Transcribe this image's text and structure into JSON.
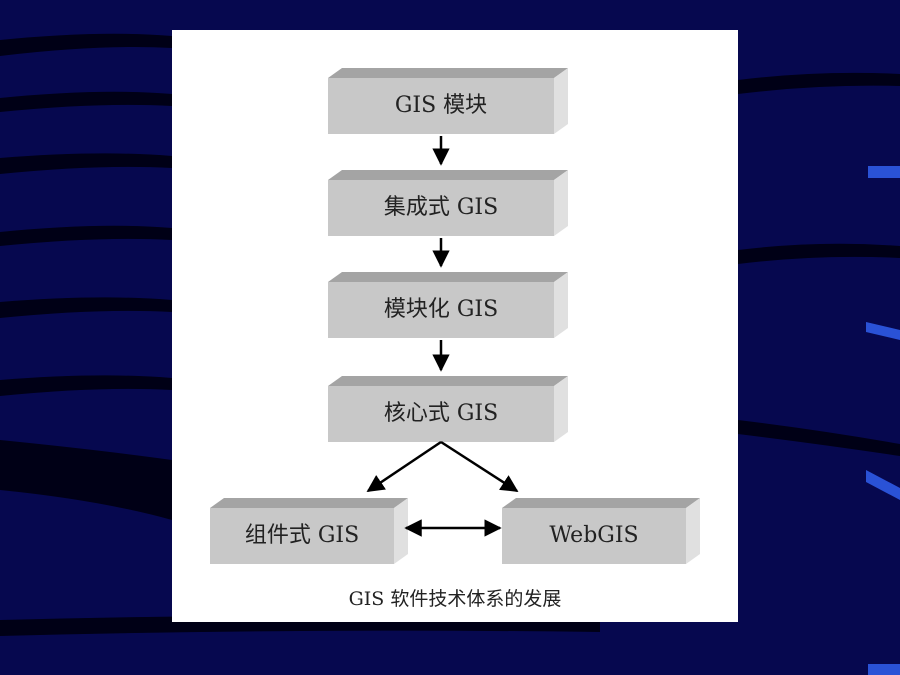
{
  "colors": {
    "background": "#06084f",
    "stripe": "#000016",
    "accent": "#2a52d6",
    "panel": "#ffffff",
    "box_front": "#c8c8c8",
    "box_top": "#a4a4a4",
    "box_side": "#e0e0e0",
    "arrow": "#000000"
  },
  "diagram": {
    "nodes": [
      {
        "id": "gis-module",
        "label": "GIS 模块"
      },
      {
        "id": "integrated-gis",
        "label": "集成式 GIS"
      },
      {
        "id": "modular-gis",
        "label": "模块化 GIS"
      },
      {
        "id": "core-gis",
        "label": "核心式 GIS"
      },
      {
        "id": "component-gis",
        "label": "组件式 GIS"
      },
      {
        "id": "web-gis",
        "label": "WebGIS"
      }
    ],
    "edges": [
      {
        "from": "gis-module",
        "to": "integrated-gis",
        "type": "directed"
      },
      {
        "from": "integrated-gis",
        "to": "modular-gis",
        "type": "directed"
      },
      {
        "from": "modular-gis",
        "to": "core-gis",
        "type": "directed"
      },
      {
        "from": "core-gis",
        "to": "component-gis",
        "type": "directed"
      },
      {
        "from": "core-gis",
        "to": "web-gis",
        "type": "directed"
      },
      {
        "from": "component-gis",
        "to": "web-gis",
        "type": "bidirectional"
      }
    ],
    "caption": "GIS 软件技术体系的发展"
  }
}
